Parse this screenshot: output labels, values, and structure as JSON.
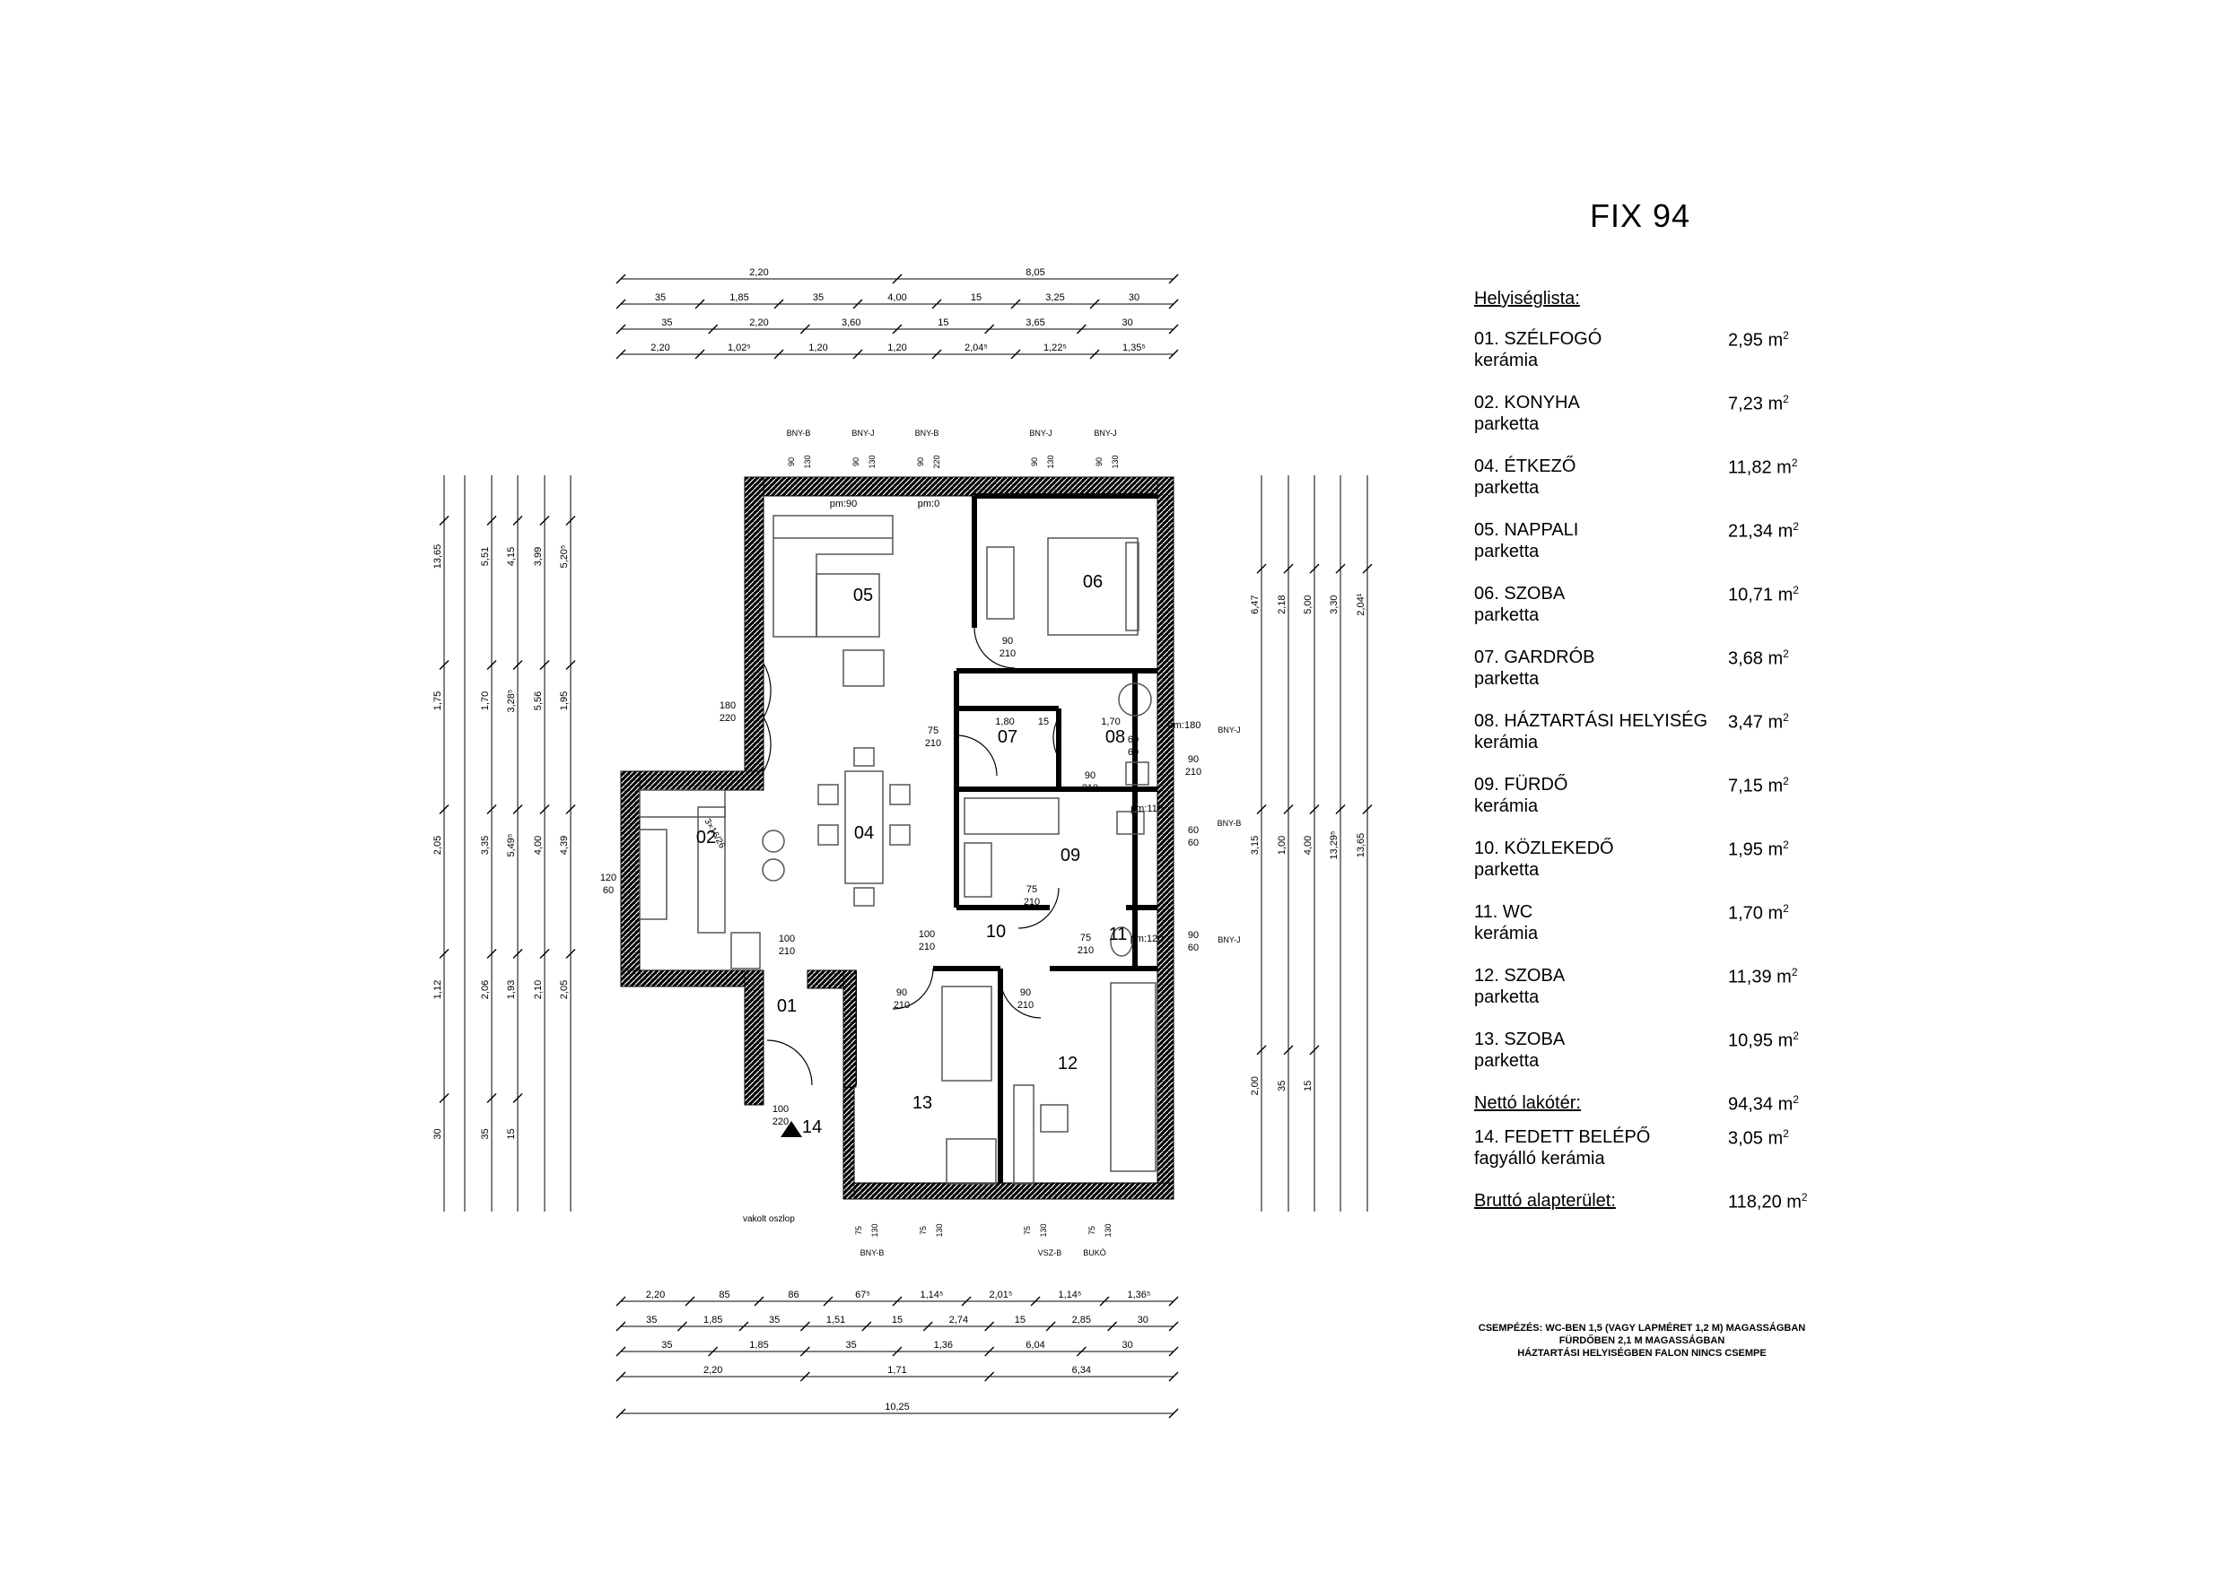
{
  "title": "FIX 94",
  "room_list": {
    "header": "Helyiséglista:",
    "unit": "m",
    "rooms": [
      {
        "name": "01. SZÉLFOGÓ",
        "floor": "kerámia",
        "area": "2,95"
      },
      {
        "name": "02. KONYHA",
        "floor": "parketta",
        "area": "7,23"
      },
      {
        "name": "04. ÉTKEZŐ",
        "floor": "parketta",
        "area": "11,82"
      },
      {
        "name": "05. NAPPALI",
        "floor": "parketta",
        "area": "21,34"
      },
      {
        "name": "06. SZOBA",
        "floor": "parketta",
        "area": "10,71"
      },
      {
        "name": "07. GARDRÓB",
        "floor": "parketta",
        "area": "3,68"
      },
      {
        "name": "08. HÁZTARTÁSI HELYISÉG",
        "floor": "kerámia",
        "area": "3,47"
      },
      {
        "name": "09. FÜRDŐ",
        "floor": "kerámia",
        "area": "7,15"
      },
      {
        "name": "10. KÖZLEKEDŐ",
        "floor": "parketta",
        "area": "1,95"
      },
      {
        "name": "11. WC",
        "floor": "kerámia",
        "area": "1,70"
      },
      {
        "name": "12. SZOBA",
        "floor": "parketta",
        "area": "11,39"
      },
      {
        "name": "13. SZOBA",
        "floor": "parketta",
        "area": "10,95"
      }
    ],
    "net_label": "Nettó lakótér:",
    "net_area": "94,34",
    "covered": {
      "name": "14. FEDETT BELÉPŐ",
      "floor": "fagyálló kerámia",
      "area": "3,05"
    },
    "gross_label": "Bruttó alapterület:",
    "gross_area": "118,20"
  },
  "tiling_note": [
    "CSEMPÉZÉS: WC-BEN 1,5 (VAGY LAPMÉRET 1,2 M) MAGASSÁGBAN",
    "FÜRDŐBEN 2,1 M MAGASSÁGBAN",
    "HÁZTARTÁSI HELYISÉGBEN FALON NINCS CSEMPE"
  ],
  "room_numbers": [
    "01",
    "02",
    "04",
    "05",
    "06",
    "07",
    "08",
    "09",
    "10",
    "11",
    "12",
    "13",
    "14"
  ],
  "top_dimensions": [
    [
      "2,20",
      "8,05"
    ],
    [
      "35",
      "1,85",
      "35",
      "4,00",
      "15",
      "3,25",
      "30"
    ],
    [
      "35",
      "2,20",
      "3,60",
      "15",
      "3,65",
      "30"
    ],
    [
      "2,20",
      "1,02⁵",
      "1,20",
      "1,20",
      "2,04⁵",
      "1,22⁵",
      "1,35⁵"
    ]
  ],
  "bottom_dimensions": [
    [
      "2,20",
      "85",
      "86",
      "67⁵",
      "1,14⁵",
      "2,01⁵",
      "1,14⁵",
      "1,36⁵"
    ],
    [
      "35",
      "1,85",
      "35",
      "1,51",
      "15",
      "2,74",
      "15",
      "2,85",
      "30"
    ],
    [
      "35",
      "1,85",
      "35",
      "1,36",
      "6,04",
      "30"
    ],
    [
      "2,20",
      "1,71",
      "6,34"
    ],
    [
      "10,25"
    ]
  ],
  "left_dimensions": [
    "13,65",
    "5,51",
    "4,15",
    "3,99",
    "5,20⁵",
    "1,75",
    "1,70",
    "3,28⁵",
    "5,56",
    "1,95",
    "2,05",
    "3,35",
    "5,49⁵",
    "4,00",
    "4,39",
    "1,12",
    "2,06",
    "1,93",
    "2,10",
    "2,05",
    "30",
    "35",
    "15"
  ],
  "right_dimensions": [
    "6,47",
    "2,18",
    "5,00",
    "3,30",
    "2,04¹",
    "3,15",
    "1,00",
    "4,00",
    "13,29⁵",
    "13,65",
    "2,00",
    "35",
    "15"
  ],
  "window_labels": [
    "BNY-B",
    "BNY-J",
    "BNY-B",
    "BNY-J",
    "BNY-J",
    "BNY-J",
    "BNY-B",
    "BNY-J",
    "BNY-B",
    "VSZ-B",
    "BUKÓ"
  ],
  "window_sizes_top": [
    [
      "90",
      "130"
    ],
    [
      "90",
      "130"
    ],
    [
      "90",
      "220"
    ],
    [
      "90",
      "130"
    ],
    [
      "90",
      "130"
    ]
  ],
  "window_sizes_bottom": [
    [
      "75",
      "130"
    ],
    [
      "75",
      "130"
    ],
    [
      "75",
      "130"
    ],
    [
      "75",
      "130"
    ]
  ],
  "door_labels": [
    [
      "180",
      "220"
    ],
    [
      "120",
      "60"
    ],
    [
      "90",
      "210"
    ],
    [
      "75",
      "210"
    ],
    [
      "90",
      "210"
    ],
    [
      "1,80"
    ],
    [
      "15"
    ],
    [
      "1,70"
    ],
    [
      "60",
      "60"
    ],
    [
      "90",
      "210"
    ],
    [
      "90",
      "60"
    ],
    [
      "60",
      "60"
    ],
    [
      "75",
      "210"
    ],
    [
      "100",
      "210"
    ],
    [
      "100",
      "210"
    ],
    [
      "75",
      "210"
    ],
    [
      "90",
      "210"
    ],
    [
      "90",
      "210"
    ],
    [
      "100",
      "220"
    ],
    [
      "pm:90"
    ],
    [
      "pm:0"
    ],
    [
      "pm:180"
    ],
    [
      "pm:110"
    ],
    [
      "pm:120"
    ]
  ],
  "misc_labels": {
    "column": "vakolt oszlop",
    "stair": "3×16/26"
  }
}
